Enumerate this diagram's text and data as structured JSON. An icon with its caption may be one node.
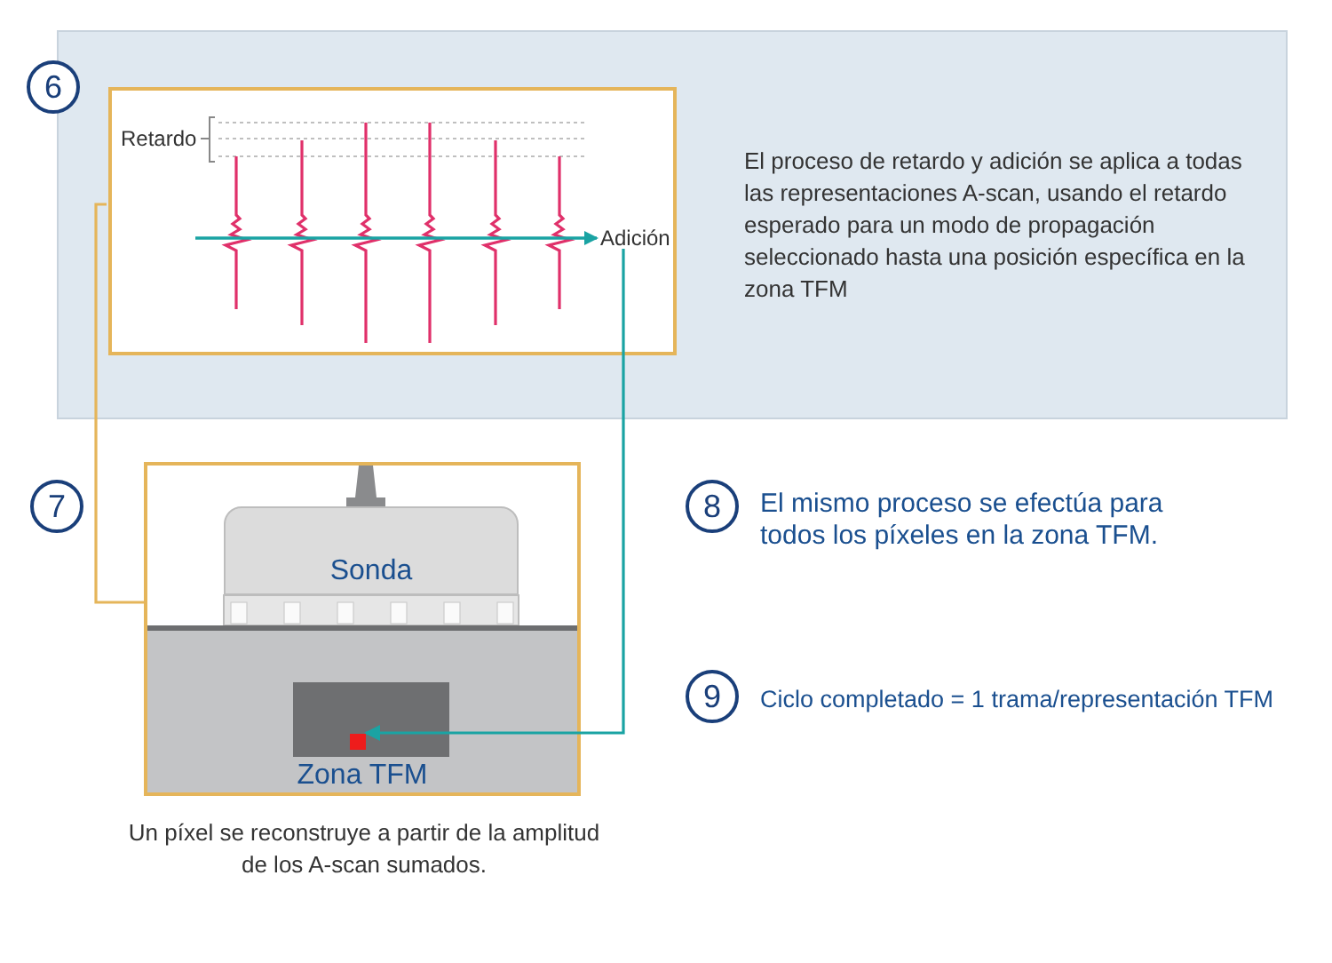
{
  "diagram": {
    "nodes": [
      {
        "text": [
          "El proceso de retardo y adición se aplica a todas las representaciones A-scan, usando el retardo esperado para un modo de propagación seleccionado hasta una posición específica en la zona TFM"
        ]
      },
      {
        "text": [
          "Retardo"
        ],
        "in": 0
      },
      {
        "text": [
          "Adición"
        ],
        "in": 1
      },
      {
        "text": [],
        "shape": "box",
        "beside": [
          "Un píxel se reconstruye a partir de la amplitud de los A-scan sumados."
        ]
      },
      {
        "text": [
          "Sonda"
        ],
        "in": 3
      },
      {
        "text": [
          "Zona TFM"
        ],
        "in": 3
      },
      {
        "text": [],
        "shape": "box",
        "in": 5
      },
      {
        "text": [],
        "shape": "box",
        "in": 6
      }
    ],
    "edges": [
      {
        "from": 1,
        "to": 3,
        "arrow": "none",
        "color": "#e5b55a"
      },
      {
        "from": 2,
        "to": 7,
        "arrow": "to",
        "color": "#1aa3a3"
      }
    ],
    "labels": [
      "6",
      "7",
      "8",
      "El mismo proceso se efectúa para todos los píxeles en la zona TFM.",
      "9",
      "Ciclo completado = 1 trama/representación TFM"
    ]
  }
}
